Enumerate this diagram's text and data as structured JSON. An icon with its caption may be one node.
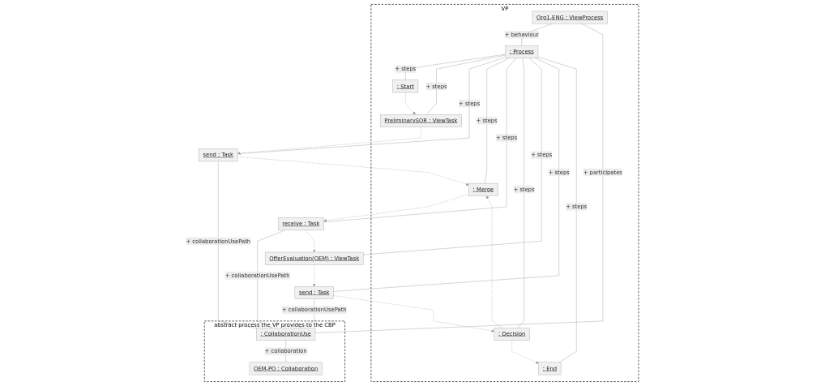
{
  "diagram": {
    "nodes": [
      {
        "text": [
          "VP"
        ]
      },
      {
        "text": [
          "Org1-ENG : ViewProcess"
        ],
        "in": 0
      },
      {
        "text": [
          ": Process"
        ],
        "in": 0
      },
      {
        "text": [
          ": Start"
        ],
        "in": 0
      },
      {
        "text": [
          ": Merge"
        ],
        "in": 0
      },
      {
        "text": [
          ": Decision"
        ],
        "in": 0
      },
      {
        "text": [
          ": End"
        ],
        "in": 0
      },
      {
        "text": [
          "PreliminarySOR : ViewTask"
        ],
        "in": 0
      },
      {
        "text": [
          "abstract process the VP provides to the CBP"
        ]
      },
      {
        "text": [
          "send : Task"
        ]
      },
      {
        "text": [
          "receive : Task"
        ]
      },
      {
        "text": [
          "OfferEvaluation(OEM) : ViewTask"
        ]
      },
      {
        "text": [
          "send : Task"
        ]
      },
      {
        "text": [
          ": CollaborationUse"
        ],
        "in": 8
      },
      {
        "text": [
          "OEM-PO : Collaboration"
        ],
        "in": 8
      }
    ],
    "edges": [
      {
        "from": 1,
        "to": 2,
        "arrow": "none",
        "label": "+ behaviour"
      },
      {
        "from": 2,
        "to": 3,
        "arrow": "none",
        "label": "+ steps"
      },
      {
        "from": 2,
        "to": 7,
        "arrow": "none",
        "label": "+ steps"
      },
      {
        "from": 2,
        "to": 9,
        "arrow": "none",
        "label": "+ steps"
      },
      {
        "from": 2,
        "to": 4,
        "arrow": "none",
        "label": "+ steps"
      },
      {
        "from": 2,
        "to": 10,
        "arrow": "none",
        "label": "+ steps"
      },
      {
        "from": 2,
        "to": 5,
        "arrow": "none",
        "label": "+ steps"
      },
      {
        "from": 2,
        "to": 11,
        "arrow": "none",
        "label": "+ steps"
      },
      {
        "from": 2,
        "to": 12,
        "arrow": "none",
        "label": "+ steps"
      },
      {
        "from": 2,
        "to": 6,
        "arrow": "none",
        "label": "+ steps"
      },
      {
        "from": 1,
        "to": 13,
        "arrow": "none",
        "label": "+ participates"
      },
      {
        "from": 9,
        "to": 13,
        "arrow": "none",
        "label": "+ collaborationUsePath"
      },
      {
        "from": 10,
        "to": 13,
        "arrow": "none",
        "label": "+ collaborationUsePath"
      },
      {
        "from": 12,
        "to": 13,
        "arrow": "none",
        "label": "+ collaborationUsePath"
      },
      {
        "from": 13,
        "to": 14,
        "arrow": "none",
        "label": "+ collaboration"
      },
      {
        "from": 3,
        "to": 7,
        "arrow": "to",
        "style": "dashed"
      },
      {
        "from": 7,
        "to": 9,
        "arrow": "to",
        "style": "dashed"
      },
      {
        "from": 9,
        "to": 4,
        "arrow": "to",
        "style": "dashed"
      },
      {
        "from": 4,
        "to": 10,
        "arrow": "to",
        "style": "dashed"
      },
      {
        "from": 10,
        "to": 11,
        "arrow": "to",
        "style": "dashed"
      },
      {
        "from": 11,
        "to": 12,
        "arrow": "to",
        "style": "dashed"
      },
      {
        "from": 12,
        "to": 5,
        "arrow": "to",
        "style": "dashed"
      },
      {
        "from": 5,
        "to": 4,
        "arrow": "to",
        "style": "dashed"
      },
      {
        "from": 5,
        "to": 6,
        "arrow": "to",
        "style": "dashed"
      }
    ]
  }
}
